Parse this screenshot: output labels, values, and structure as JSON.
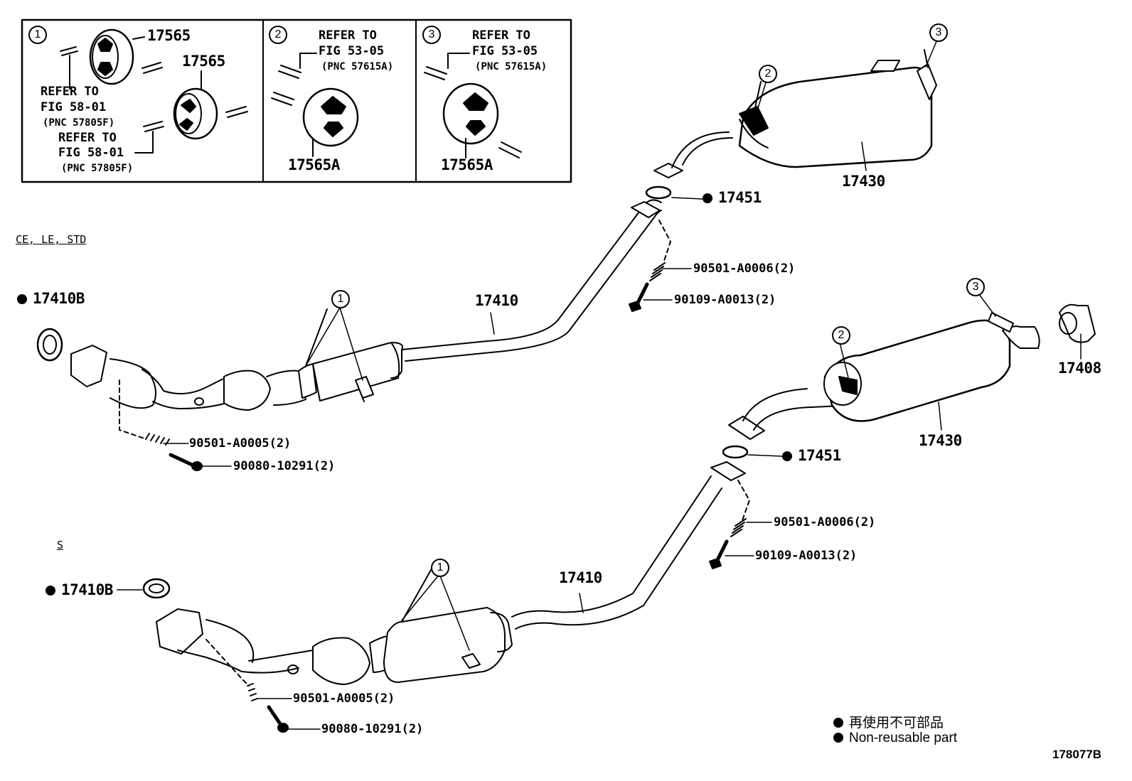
{
  "sections": {
    "upper": "CE, LE, STD",
    "lower": "S"
  },
  "callouts": {
    "one": "1",
    "two": "2",
    "three": "3"
  },
  "inset": {
    "panel1": {
      "part_a": "17565",
      "part_b": "17565",
      "ref1": {
        "line1": "REFER TO",
        "line2": "FIG 58-01",
        "line3": "(PNC 57805F)"
      },
      "ref2": {
        "line1": "REFER TO",
        "line2": "FIG 58-01",
        "line3": "(PNC 57805F)"
      }
    },
    "panel2": {
      "ref": {
        "line1": "REFER TO",
        "line2": "FIG 53-05",
        "line3": "(PNC 57615A)"
      },
      "part": "17565A"
    },
    "panel3": {
      "ref": {
        "line1": "REFER TO",
        "line2": "FIG 53-05",
        "line3": "(PNC 57615A)"
      },
      "part": "17565A"
    }
  },
  "upper": {
    "gasket_front": "17410B",
    "pipe": "17410",
    "muffler": "17430",
    "gasket_rear": "17451",
    "spring": "90501-A0006(2)",
    "bolt": "90109-A0013(2)",
    "front_spring": "90501-A0005(2)",
    "front_bolt": "90080-10291(2)"
  },
  "lower": {
    "gasket_front": "17410B",
    "pipe": "17410",
    "muffler": "17430",
    "gasket_rear": "17451",
    "tail_tip": "17408",
    "spring": "90501-A0006(2)",
    "bolt": "90109-A0013(2)",
    "front_spring": "90501-A0005(2)",
    "front_bolt": "90080-10291(2)"
  },
  "legend": {
    "jp": "再使用不可部品",
    "en": "Non-reusable part"
  },
  "diagram_code": "178077B"
}
